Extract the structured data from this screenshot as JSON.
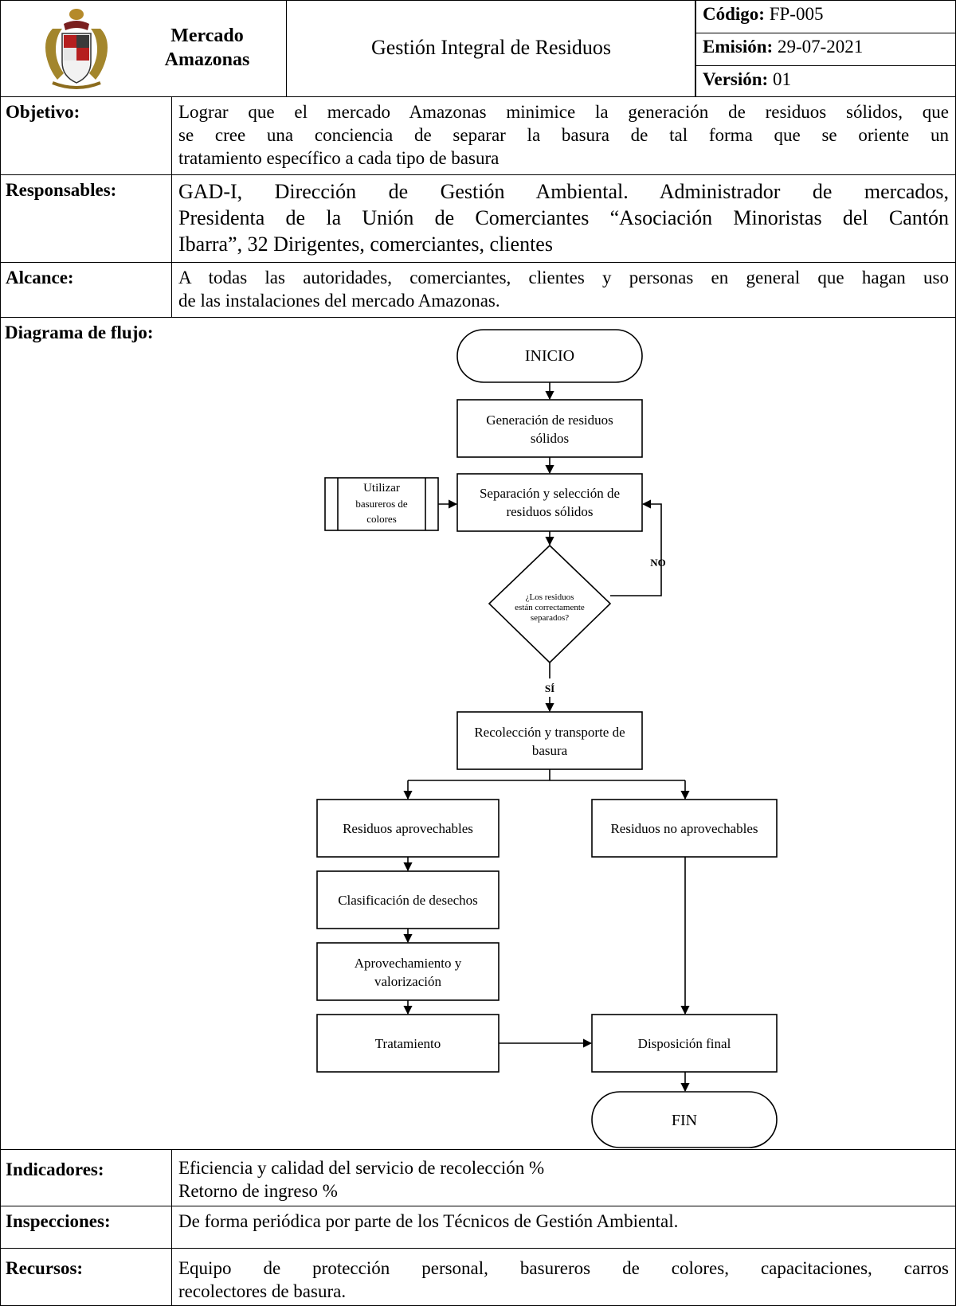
{
  "header": {
    "org_line1": "Mercado",
    "org_line2": "Amazonas",
    "title": "Gestión Integral de Residuos",
    "codigo_label": "Código:",
    "codigo_value": "FP-005",
    "emision_label": "Emisión:",
    "emision_value": "29-07-2021",
    "version_label": "Versión:",
    "version_value": "01"
  },
  "objetivo": {
    "label": "Objetivo:",
    "lines": [
      "Lograr que el mercado Amazonas minimice la generación de residuos sólidos, que",
      "se cree una conciencia de separar la basura de tal forma que se oriente un",
      "tratamiento específico a cada tipo de basura"
    ]
  },
  "responsables": {
    "label": "Responsables:",
    "lines": [
      "GAD-I, Dirección de Gestión Ambiental. Administrador de mercados,",
      "Presidenta de la Unión de Comerciantes “Asociación Minoristas del Cantón",
      "Ibarra”, 32 Dirigentes, comerciantes, clientes"
    ]
  },
  "alcance": {
    "label": "Alcance:",
    "lines": [
      "A todas las autoridades, comerciantes, clientes y personas en general que hagan uso",
      "de las instalaciones del mercado Amazonas."
    ]
  },
  "diagrama": {
    "label": "Diagrama de flujo:",
    "inicio": "INICIO",
    "generacion": [
      "Generación de residuos",
      "sólidos"
    ],
    "utilizar": [
      "Utilizar",
      "basureros de",
      "colores"
    ],
    "separacion": [
      "Separación y selección de",
      "residuos sólidos"
    ],
    "decision": [
      "¿Los residuos",
      "están correctamente",
      "separados?"
    ],
    "no_label": "NO",
    "si_label": "SÍ",
    "recoleccion": [
      "Recolección y transporte de",
      "basura"
    ],
    "aprovechables": "Residuos aprovechables",
    "no_aprovechables": "Residuos no aprovechables",
    "clasificacion": "Clasificación de desechos",
    "aprovechamiento": [
      "Aprovechamiento y",
      "valorización"
    ],
    "tratamiento": "Tratamiento",
    "disposicion": "Disposición final",
    "fin": "FIN"
  },
  "indicadores": {
    "label": "Indicadores:",
    "lines": [
      "Eficiencia y calidad del servicio de recolección %",
      "Retorno de ingreso %"
    ]
  },
  "inspecciones": {
    "label": "Inspecciones:",
    "lines": [
      "De forma periódica por parte de los Técnicos de Gestión Ambiental."
    ]
  },
  "recursos": {
    "label": "Recursos:",
    "lines": [
      "Equipo de protección personal, basureros de colores, capacitaciones, carros",
      "recolectores de basura."
    ]
  }
}
